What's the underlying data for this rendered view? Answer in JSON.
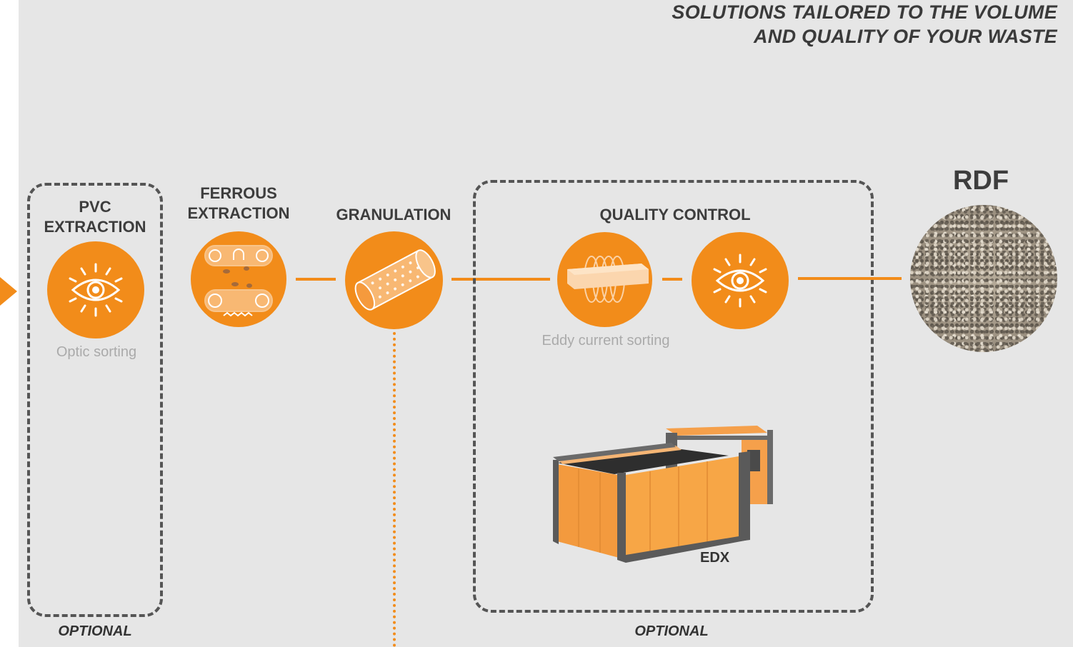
{
  "header": {
    "line1": "SOLUTIONS TAILORED TO THE VOLUME",
    "line2": "AND QUALITY OF YOUR WASTE"
  },
  "steps": {
    "pvc": {
      "title_line1": "PVC",
      "title_line2": "EXTRACTION",
      "sub": "Optic sorting",
      "optional": "OPTIONAL",
      "icon": "eye-icon"
    },
    "ferrous": {
      "title_line1": "FERROUS",
      "title_line2": "EXTRACTION",
      "icon": "magnet-conveyor-icon"
    },
    "granulation": {
      "title": "GRANULATION",
      "icon": "granulator-drum-icon"
    },
    "quality": {
      "title": "QUALITY CONTROL",
      "sub": "Eddy current sorting",
      "optional": "OPTIONAL",
      "machine_label": "EDX",
      "icons": [
        "eddy-current-coil-icon",
        "eye-icon"
      ]
    },
    "rdf": {
      "title": "RDF"
    }
  },
  "colors": {
    "accent": "#f28c1a",
    "background": "#e6e6e6",
    "text_dark": "#3d3d3d",
    "text_muted": "#aaaaaa",
    "dash": "#555555"
  }
}
